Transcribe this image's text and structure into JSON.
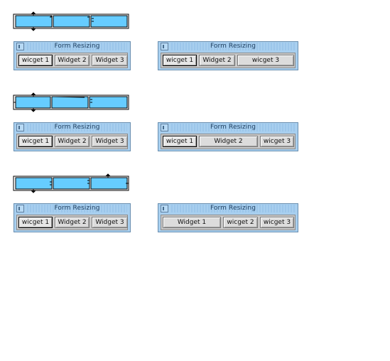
{
  "colors": {
    "cell_fill": "#66ccff",
    "cell_stroke": "#000000",
    "window_frame": "#a8cfef",
    "form_background": "#c9c9c9",
    "button_face": "#dcdcdc"
  },
  "rows": [
    {
      "before": {
        "title": "Form Resizing",
        "widgets": [
          "wicget 1",
          "Widget 2",
          "Widget 3"
        ]
      },
      "after": {
        "title": "Form Resizing",
        "widgets": [
          "wicget 1",
          "Widget 2",
          "wicget 3"
        ]
      }
    },
    {
      "before": {
        "title": "Form Resizing",
        "widgets": [
          "wicget 1",
          "Widget 2",
          "Widget 3"
        ]
      },
      "after": {
        "title": "Form Resizing",
        "widgets": [
          "wicget 1",
          "Widget 2",
          "wicget 3"
        ]
      }
    },
    {
      "before": {
        "title": "Form Resizing",
        "widgets": [
          "wicget 1",
          "Widget 2",
          "Widget 3"
        ]
      },
      "after": {
        "title": "Form Resizing",
        "widgets": [
          "Widget 1",
          "wicget 2",
          "wicget 3"
        ]
      }
    }
  ]
}
